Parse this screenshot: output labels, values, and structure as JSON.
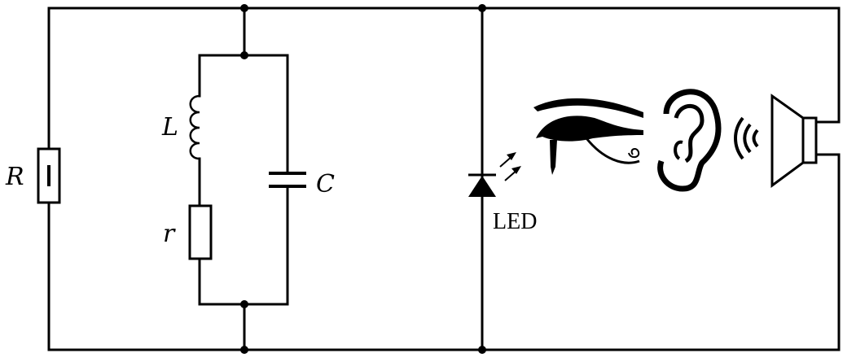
{
  "labels": {
    "R": "R",
    "L": "L",
    "r": "r",
    "C": "C",
    "LED": "LED"
  },
  "icons": {
    "eye": "eye-icon",
    "ear": "ear-icon",
    "speaker": "speaker-icon",
    "sound_waves": "sound-waves-icon",
    "light_arrows": "light-emission-arrows-icon"
  },
  "colors": {
    "line": "#000000",
    "background": "#ffffff"
  }
}
